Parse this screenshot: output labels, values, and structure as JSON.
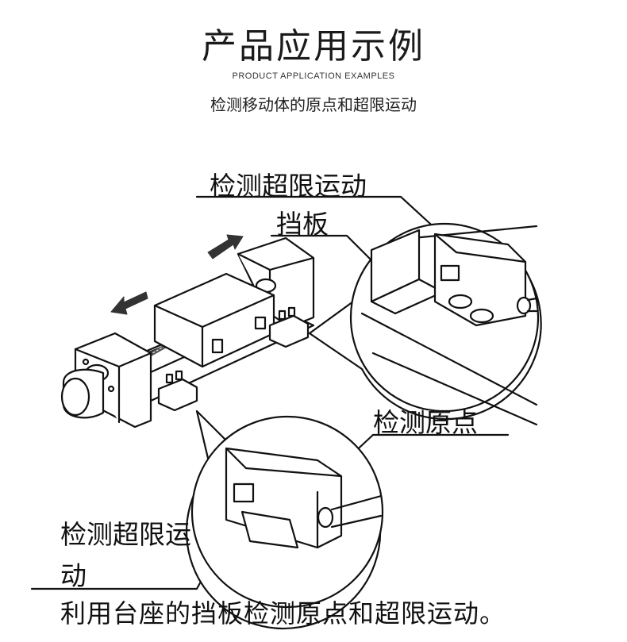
{
  "header": {
    "title": "产品应用示例",
    "subtitle": "PRODUCT APPLICATION EXAMPLES",
    "description": "检测移动体的原点和超限运动"
  },
  "callouts": {
    "limit_top": "检测超限运动",
    "flag": "挡板",
    "origin": "检测原点",
    "limit_bottom": "检测超限运动"
  },
  "footer": {
    "caption": "利用台座的挡板检测原点和超限运动。"
  }
}
